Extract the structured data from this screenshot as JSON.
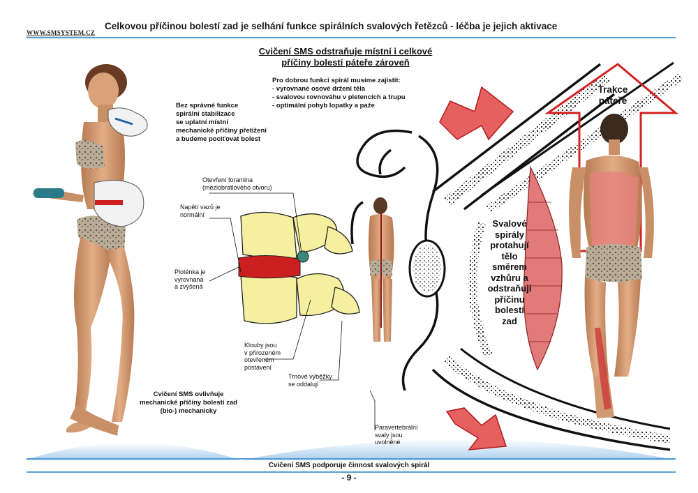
{
  "header": {
    "title": "Celkovou příčinou bolestí zad je selhání funkce spirálních svalových řetězců - léčba je jejich aktivace",
    "site_url": "WWW.SMSYSTEM.CZ"
  },
  "subtitle": {
    "line1": "Cvičení SMS odstraňuje místní i celkové",
    "line2": "příčiny bolestí páteře zároveň"
  },
  "intro": {
    "heading": "Pro dobrou funkci spirál musíme zajistit:",
    "items": [
      "- vyrovnané osové držení těla",
      "- svalovou rovnováhu v pletencích a trupu",
      "- optimální pohyb lopatky a paže"
    ]
  },
  "left_note": {
    "lines": [
      "Bez správné funkce",
      "spirální stabilizace",
      "se uplatní místní",
      "mechanické příčiny přetížení",
      "a budeme pociťovat bolest"
    ]
  },
  "labels": {
    "foramina": [
      "Otevření foramina",
      "(meziobratlového otvoru)"
    ],
    "ligament": [
      "Napětí vazů je",
      "normální"
    ],
    "disc": [
      "Ploténka je",
      "vyrovnaná",
      "a zvýšená"
    ],
    "joints": [
      "Klouby jsou",
      "v přirozeném",
      "otevřeném",
      "postavení"
    ],
    "spinous": [
      "Trnové výběžky",
      "se oddalují"
    ],
    "paravertebral": [
      "Paravertebrální",
      "svaly jsou",
      "uvolněné"
    ]
  },
  "bottom_left_note": {
    "lines": [
      "Cvičení SMS ovlivňuje",
      "mechanické příčiny bolestí zad",
      "(bio-) mechanicky"
    ]
  },
  "spiral_text": {
    "lines": [
      "Svalové",
      "spirály",
      "protahují",
      "tělo",
      "směrem",
      "vzhůru a",
      "odstraňují",
      "příčinu",
      "bolestí",
      "zad"
    ]
  },
  "traction": {
    "lines": [
      "Trakce",
      "páteře"
    ]
  },
  "footer": {
    "title": "Cvičení SMS podporuje činnost svalových spirál",
    "page_number": "- 9 -"
  },
  "colors": {
    "rule_blue": "#5a9fd6",
    "arrow_red": "#e03030",
    "disc_red": "#cc1f1f",
    "vertebra_yellow": "#f5efa0",
    "skin": "#d9a27a",
    "wave_blue": "#b9d8f0"
  }
}
